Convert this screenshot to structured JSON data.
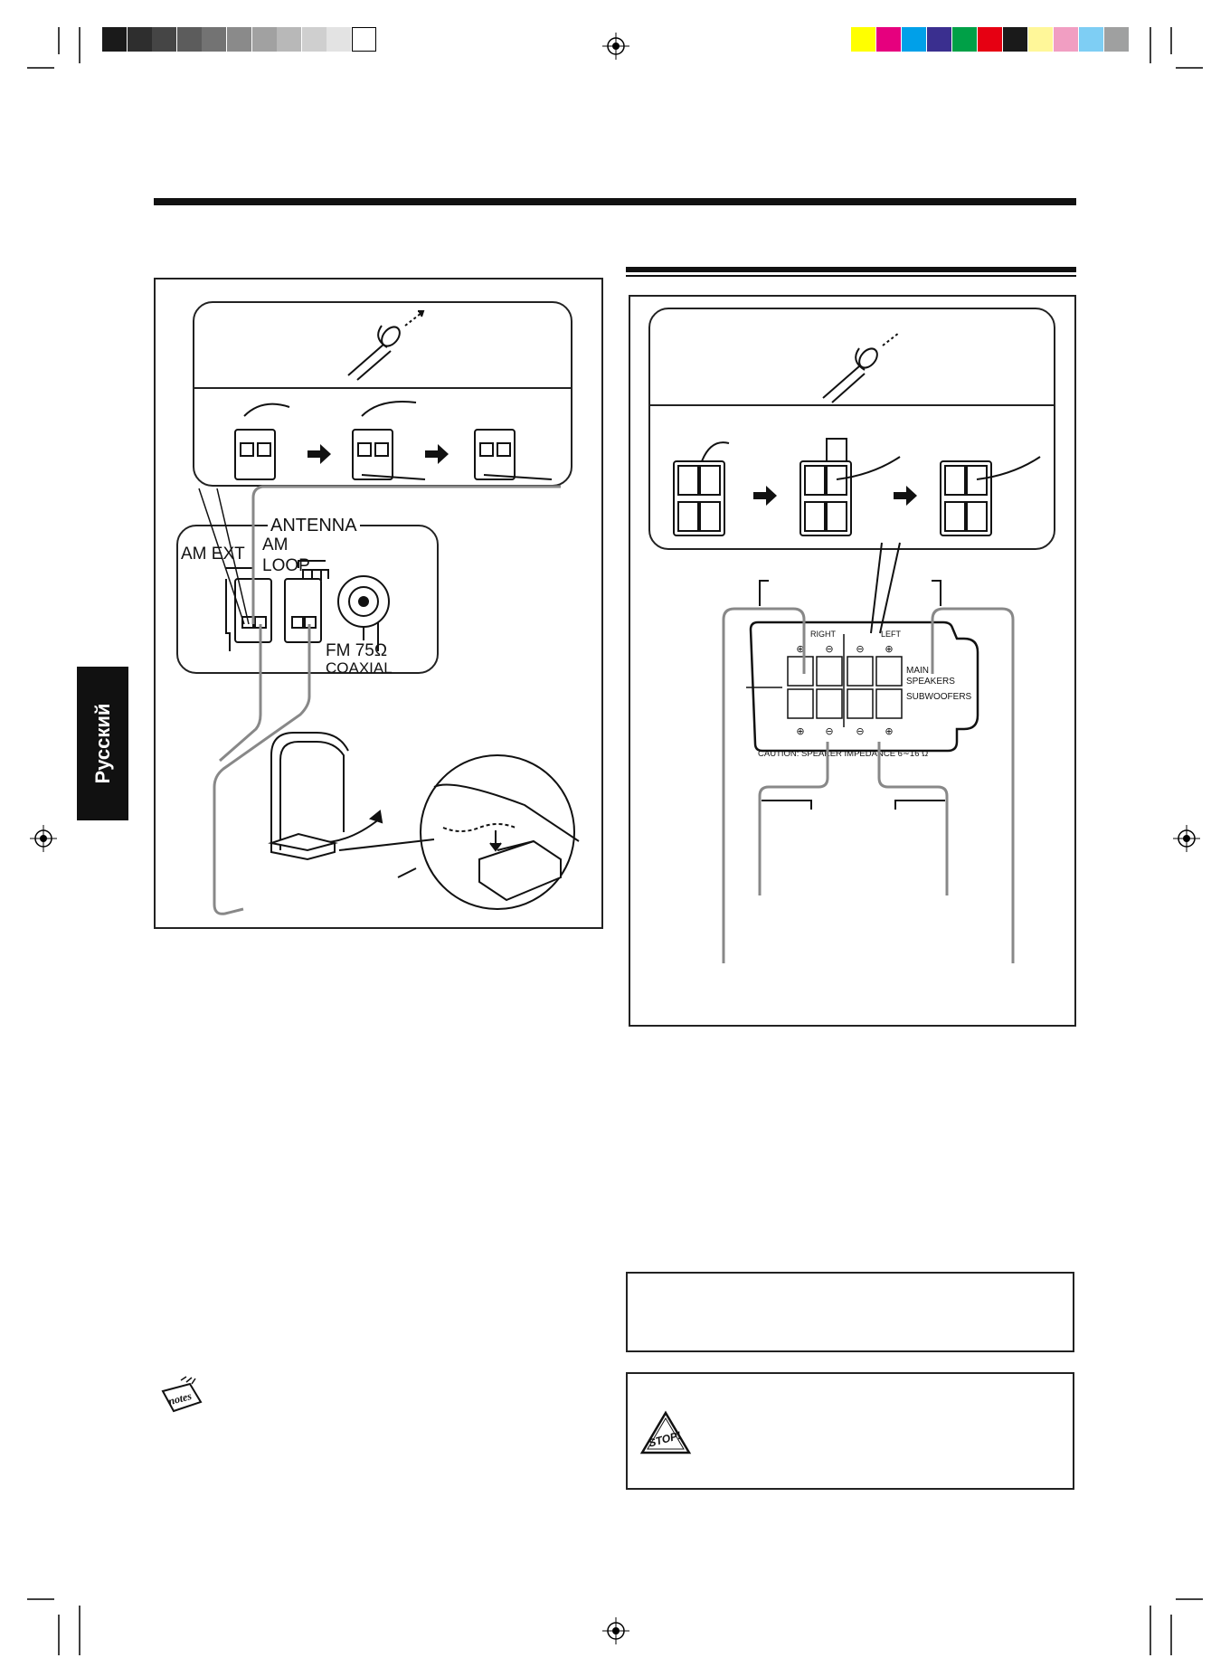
{
  "print_marks": {
    "grayscale_bar": [
      "#1a1a1a",
      "#2e2e2e",
      "#454545",
      "#5c5c5c",
      "#737373",
      "#8a8a8a",
      "#a1a1a1",
      "#b8b8b8",
      "#cfcfcf",
      "#e3e3e3",
      "#ffffff"
    ],
    "color_bar": [
      "#ffff00",
      "#e6007e",
      "#00a0e9",
      "#3a2f8f",
      "#00a047",
      "#e60012",
      "#1a1a1a",
      "#fff799",
      "#f19ec2",
      "#7ecef4",
      "#9fa0a0"
    ]
  },
  "side_tab": {
    "label": "Русский"
  },
  "antenna_panel": {
    "header": "ANTENNA",
    "am_ext": "AM EXT",
    "am": "AM",
    "loop": "LOOP",
    "fm_label": "FM 75Ω",
    "coaxial": "COAXIAL"
  },
  "speaker_panel": {
    "right": "RIGHT",
    "left": "LEFT",
    "main_speakers_1": "MAIN",
    "main_speakers_2": "SPEAKERS",
    "subwoofers": "SUBWOOFERS",
    "caution": "CAUTION:  SPEAKER  IMPEDANCE  6∼16 Ω"
  },
  "icons": {
    "notes": "notes",
    "stop": "STOP!"
  }
}
